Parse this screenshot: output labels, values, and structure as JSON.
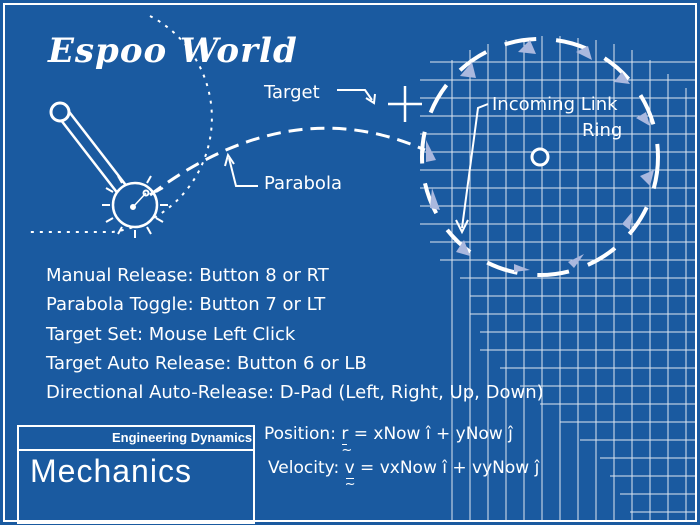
{
  "title": "Espoo World",
  "labels": {
    "target": "Target",
    "parabola": "Parabola",
    "ring_line1": "Incoming Link",
    "ring_line2": "Ring"
  },
  "controls": [
    "Manual Release: Button 8 or RT",
    "Parabola Toggle: Button 7 or LT",
    "Target Set: Mouse Left Click",
    "Target Auto Release: Button 6 or LB",
    "Directional Auto-Release: D-Pad (Left, Right, Up, Down)"
  ],
  "title_block": {
    "subtitle": "Engineering Dynamics",
    "name": "Mechanics"
  },
  "equations": {
    "position_prefix": "Position: ",
    "position_var": "r",
    "position_rest": " = xNow î + yNow ĵ",
    "velocity_prefix": "Velocity: ",
    "velocity_var": "v",
    "velocity_rest": " = vxNow î + vyNow ĵ"
  },
  "colors": {
    "background": "#1a5aa0",
    "line": "#ffffff",
    "triangle": "#aab8de"
  }
}
